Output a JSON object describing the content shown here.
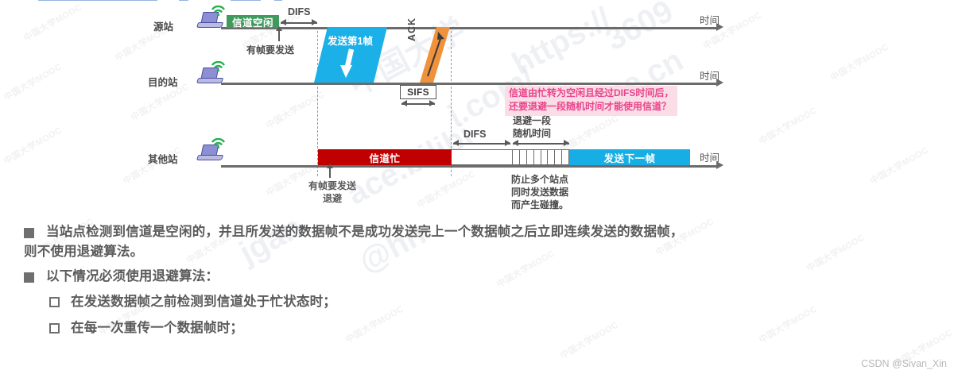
{
  "diagram": {
    "stations": [
      {
        "label": "源站"
      },
      {
        "label": "目的站"
      },
      {
        "label": "其他站"
      }
    ],
    "time_axis_label": "时间",
    "blocks": {
      "channel_idle": "信道空闲",
      "channel_busy": "信道忙",
      "send_first_frame": "发送第1帧",
      "send_next_frame": "发送下一帧",
      "ack": "ACK"
    },
    "intervals": {
      "difs_top": "DIFS",
      "difs_bottom": "DIFS",
      "sifs": "SIFS",
      "backoff_line1": "退避一段",
      "backoff_line2": "随机时间"
    },
    "annotations": {
      "has_frame_to_send_top": "有帧要发送",
      "has_frame_to_send_bottom_line1": "有帧要发送",
      "has_frame_to_send_bottom_line2": "退避",
      "collision_note_line1": "防止多个站点",
      "collision_note_line2": "同时发送数据",
      "collision_note_line3": "而产生碰撞。",
      "pink_question_line1": "信道由忙转为空闲且经过DIFS时间后，",
      "pink_question_line2": "还要退避一段随机时间才能使用信道？"
    },
    "backoff_slot_count": 8,
    "colors": {
      "channel_idle_green": "#3f9a5d",
      "channel_busy_red": "#c00000",
      "frame_cyan": "#1cb0e8",
      "next_frame_cyan": "#16aee4",
      "ack_orange": "#f0923c",
      "pink_text": "#e8458a",
      "pink_bg": "#fbdde8",
      "axis_gray": "#6b6b6b"
    }
  },
  "body": {
    "bullets": [
      {
        "marker": "filled-square",
        "lines": [
          "当站点检测到信道是空闲的，并且所发送的数据帧不是成功发送完上一个数据帧之后立即连续发送的数据帧，",
          "则不使用退避算法。"
        ]
      },
      {
        "marker": "filled-square",
        "lines": [
          "以下情况必须使用退避算法："
        ]
      },
      {
        "marker": "hollow-square",
        "lines": [
          "在发送数据帧之前检测到信道处于忙状态时；"
        ]
      },
      {
        "marker": "hollow-square",
        "lines": [
          "在每一次重传一个数据帧时；"
        ]
      }
    ]
  },
  "watermark": {
    "csdn": "CSDN @Sivan_Xin",
    "mooc": "中国大学MOOC",
    "url_fragments": [
      "https://",
      "jgan",
      "ace.b",
      "ilibi",
      ".com/",
      "36",
      "1@hn",
      ".cn"
    ]
  }
}
